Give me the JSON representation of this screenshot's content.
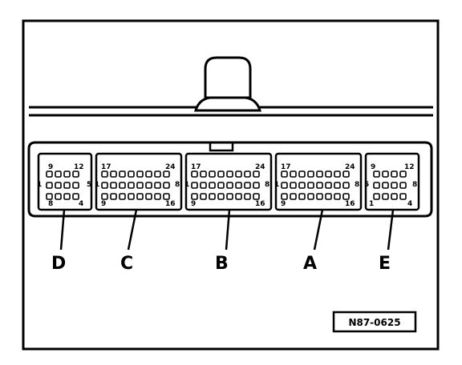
{
  "connectors": [
    {
      "letter": "D",
      "pin_labels": [
        "9",
        "12",
        "1",
        "5",
        "8",
        "4"
      ]
    },
    {
      "letter": "C",
      "pin_labels": [
        "17",
        "24",
        "1",
        "8",
        "9",
        "16"
      ]
    },
    {
      "letter": "B",
      "pin_labels": [
        "17",
        "24",
        "1",
        "8",
        "9",
        "16"
      ]
    },
    {
      "letter": "A",
      "pin_labels": [
        "17",
        "24",
        "1",
        "8",
        "9",
        "16"
      ]
    },
    {
      "letter": "E",
      "pin_labels": [
        "9",
        "12",
        "5",
        "8",
        "1",
        "4"
      ]
    }
  ],
  "reference_code": "N87-0625"
}
